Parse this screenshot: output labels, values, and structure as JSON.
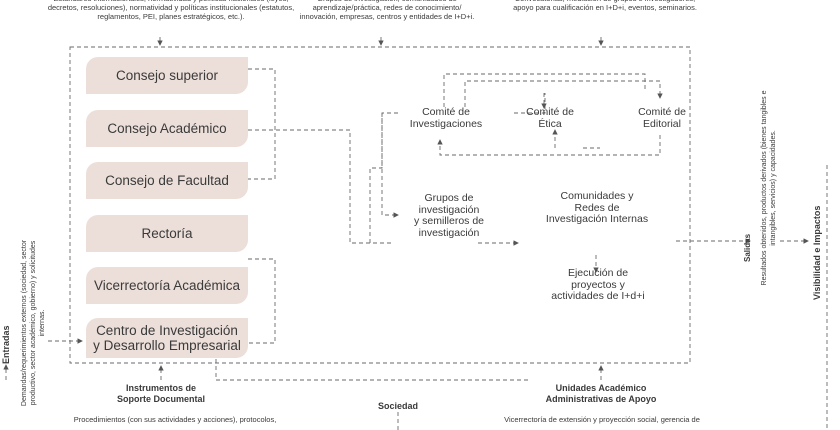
{
  "top": {
    "left_text": "Estándares internacionales, normatividad y políticas nacionales (leyes, decretos, resoluciones), normatividad y políticas institucionales (estatutos, reglamentos, PEI, planes estratégicos, etc.).",
    "center_text": "Grupos de investigación, comunidades de aprendizaje/práctica, redes de conocimiento/ innovación, empresas, centros y entidades de I+D+i.",
    "right_text": "Convocatorias, mediación de grupos e investigadores, apoyo para cualificación en I+D+i, eventos, seminarios."
  },
  "governance": {
    "boxes": [
      "Consejo superior",
      "Consejo Académico",
      "Consejo de Facultad",
      "Rectoría",
      "Vicerrectoría Académica",
      "Centro de Investigación\ny Desarrollo Empresarial"
    ]
  },
  "flow": {
    "comite_investigaciones": "Comité de\nInvestigaciones",
    "comite_etica": "Comité de\nÉtica",
    "comite_editorial": "Comité de\nEditorial",
    "grupos": "Grupos de\ninvestigación\ny semilleros de\ninvestigación",
    "comunidades": "Comunidades y\nRedes de\nInvestigación Internas",
    "ejecucion": "Ejecución de\nproyectos y\nactividades de I+d+i"
  },
  "right": {
    "salidas_title": "Salidas",
    "salidas_text": "Resultados obtenidos, productos derivados (bienes tangibles e intangibles, servicios) y capacidades.",
    "visibilidad": "Visibilidad e Impactos"
  },
  "left": {
    "entradas_title": "Entradas",
    "entradas_text": "Demandas/requerimientos externos (sociedad, sector productivo, sector académico, gobierno) y solicitudes internas."
  },
  "bottom": {
    "instrumentos_title": "Instrumentos de\nSoporte Documental",
    "instrumentos_text": "Procedimientos (con sus actividades y acciones), protocolos,",
    "sociedad": "Sociedad",
    "unidades_title": "Unidades Académico\nAdministrativas de Apoyo",
    "unidades_text": "Vicerrectoría de extensión y proyección social, gerencia de"
  },
  "colors": {
    "box_fill": "#ecdfd9",
    "line": "#666666",
    "text": "#3a3a3a"
  }
}
